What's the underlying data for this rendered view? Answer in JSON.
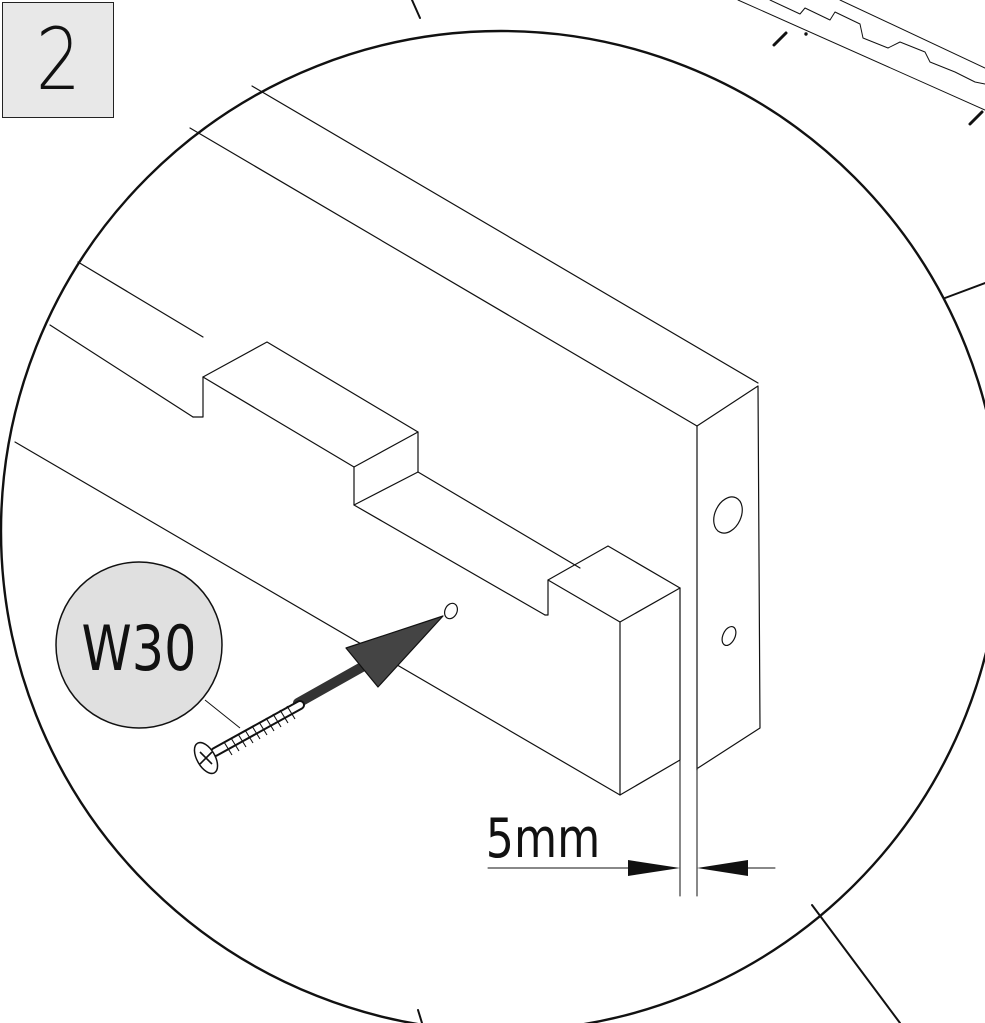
{
  "step": {
    "number": "2"
  },
  "part": {
    "code": "W30"
  },
  "dimension": {
    "label": "5mm"
  }
}
